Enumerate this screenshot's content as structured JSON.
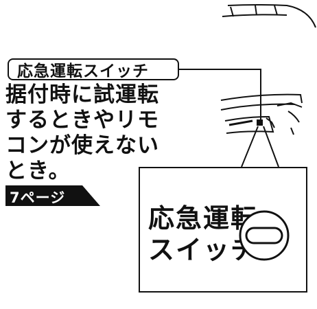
{
  "callout": {
    "label": "応急運転スイッチ"
  },
  "description": {
    "lines": [
      "据付時に試運転",
      "するときやリモ",
      "コンが使えない",
      "とき。"
    ]
  },
  "page_reference": {
    "label": "7ページ"
  },
  "zoom": {
    "label_lines": [
      "応急運転",
      "スイッチ"
    ]
  },
  "colors": {
    "ink": "#111111",
    "background": "#ffffff"
  },
  "icons": {
    "unit": "indoor-unit-illustration",
    "switch": "emergency-switch-icon"
  }
}
